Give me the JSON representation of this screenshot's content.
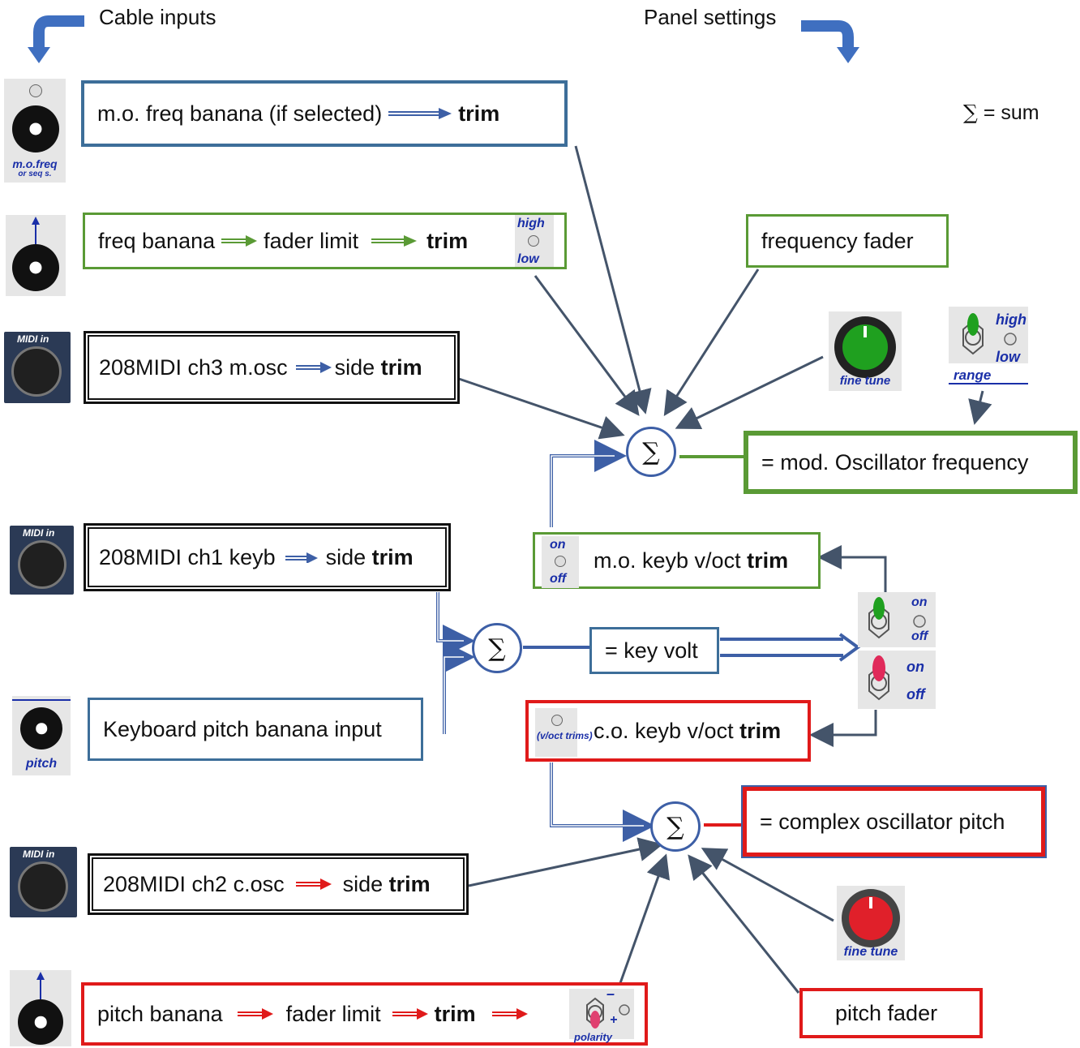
{
  "headers": {
    "cable_inputs": "Cable inputs",
    "panel_settings": "Panel settings"
  },
  "legend": {
    "symbol": "∑",
    "text": "= sum"
  },
  "sigma_symbol": "∑",
  "jacks": {
    "mo_freq": {
      "label": "m.o.freq",
      "sublabel": "or seq s."
    },
    "keyboard_pitch": {
      "label": "pitch"
    }
  },
  "midi_label": "MIDI in",
  "boxes": {
    "mo_freq_banana": {
      "pre": "m.o. freq banana (if selected)",
      "bold": "trim"
    },
    "freq_banana": {
      "pre": "freq banana",
      "mid": "fader limit",
      "bold": "trim"
    },
    "midi_ch3": {
      "pre": "208MIDI ch3  m.osc",
      "mid": "side",
      "bold": "trim"
    },
    "midi_ch1": {
      "pre": "208MIDI ch1 keyb",
      "mid": "side",
      "bold": "trim"
    },
    "keyboard_pitch": {
      "text": "Keyboard pitch banana input"
    },
    "midi_ch2": {
      "pre": "208MIDI ch2  c.osc",
      "mid": "side",
      "bold": "trim"
    },
    "pitch_banana": {
      "pre": "pitch banana",
      "mid": "fader limit",
      "bold": "trim"
    },
    "frequency_fader": {
      "text": "frequency fader"
    },
    "mod_osc_freq": {
      "text": "= mod. Oscillator frequency"
    },
    "mo_keyb_trim": {
      "pre": "m.o. keyb v/oct",
      "bold": "trim"
    },
    "key_volt": {
      "text": "= key volt"
    },
    "co_keyb_trim": {
      "pre": "c.o. keyb v/oct",
      "bold": "trim"
    },
    "complex_osc_pitch": {
      "text": "= complex oscillator pitch"
    },
    "pitch_fader": {
      "text": "pitch fader"
    }
  },
  "switches": {
    "freq_range_small": {
      "high": "high",
      "low": "low"
    },
    "range": {
      "high": "high",
      "low": "low",
      "label": "range"
    },
    "mo_keyb": {
      "on": "on",
      "off": "off"
    },
    "green_toggle": {
      "on": "on",
      "off": "off"
    },
    "red_toggle": {
      "on": "on",
      "off": "off"
    },
    "vo_trims": {
      "label": "(v/oct trims)"
    },
    "polarity": {
      "minus": "–",
      "plus": "+",
      "label": "polarity"
    }
  },
  "knobs": {
    "fine_tune_green": {
      "label": "fine tune",
      "color": "#1fa01f"
    },
    "fine_tune_red": {
      "label": "fine tune",
      "color": "#e0202a"
    }
  },
  "colors": {
    "blue": "#3d6e99",
    "green": "#5a9a35",
    "red": "#e01a1a",
    "line": "#44546a"
  }
}
